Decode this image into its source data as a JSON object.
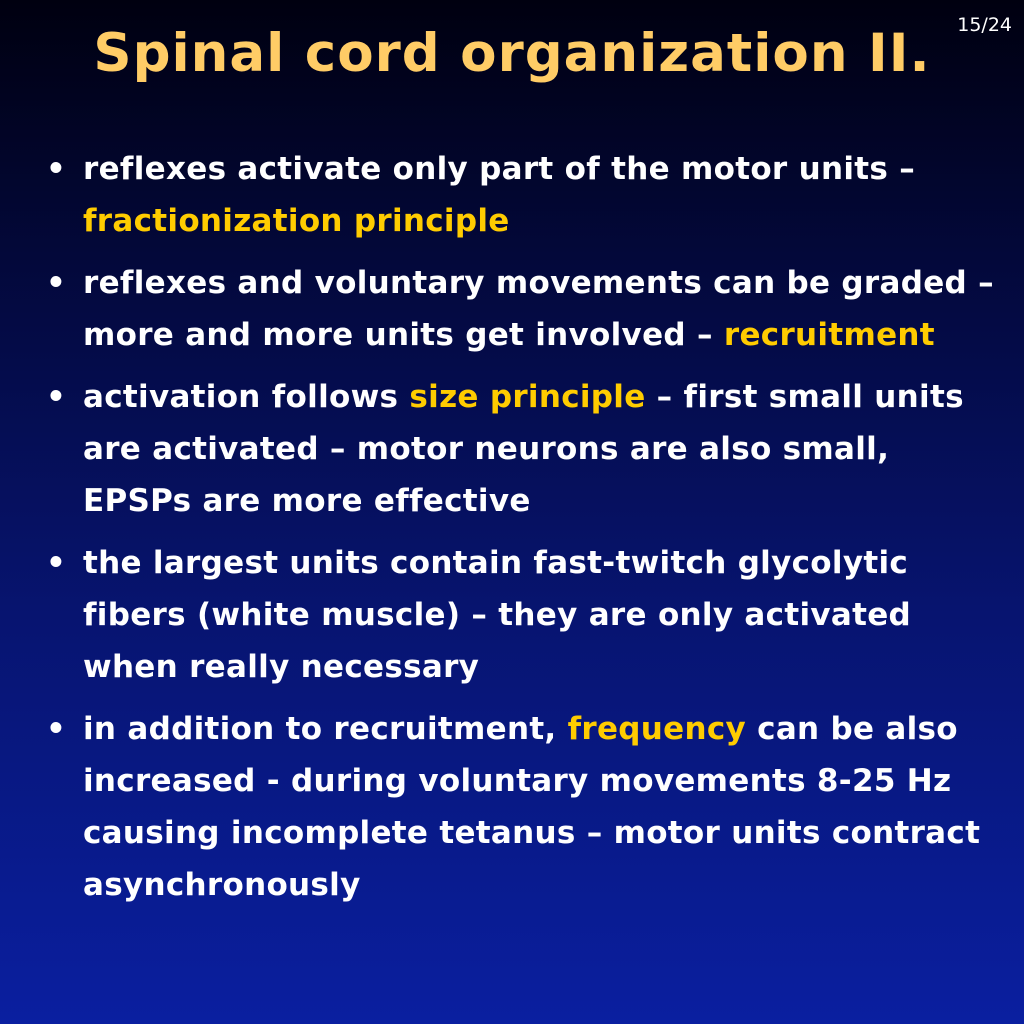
{
  "slide": {
    "number": "15/24",
    "title": "Spinal cord organization II."
  },
  "colors": {
    "title": "#ffcc66",
    "highlight": "#ffcc00",
    "text": "#ffffff",
    "background_top": "#000010",
    "background_bottom": "#0a1fa0"
  },
  "bullets": [
    {
      "part1": "reflexes activate only part of the motor units – ",
      "highlight": "fractionization principle",
      "part2": ""
    },
    {
      "part1": "reflexes and voluntary movements can be graded – more and more units get involved – ",
      "highlight": "recruitment",
      "part2": ""
    },
    {
      "part1": "activation follows ",
      "highlight": "size principle",
      "part2": " – first small units are activated – motor neurons are also small, EPSPs are more effective"
    },
    {
      "part1": "the largest units contain fast-twitch glycolytic fibers (white muscle) – they are only activated when really necessary",
      "highlight": "",
      "part2": ""
    },
    {
      "part1": "in addition to recruitment, ",
      "highlight": "frequency",
      "part2": " can be also increased - during voluntary movements 8-25 Hz causing incomplete tetanus – motor units contract asynchronously"
    }
  ]
}
